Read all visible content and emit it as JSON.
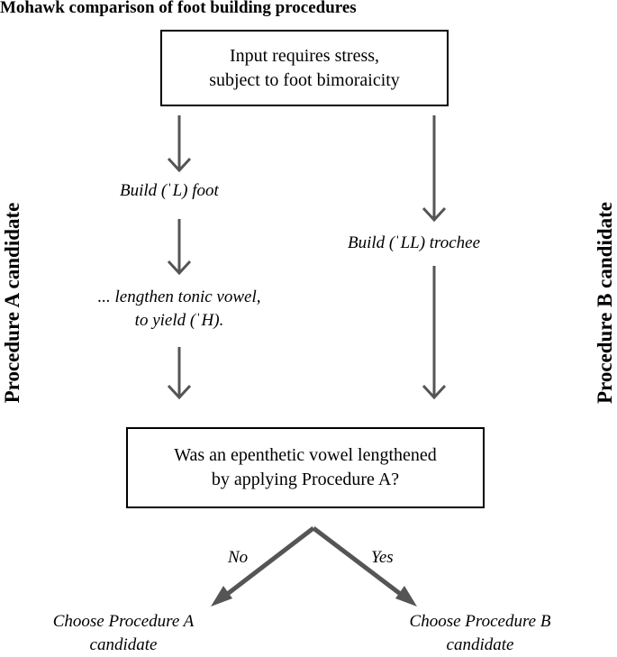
{
  "title": "Mohawk comparison of foot building procedures",
  "start_box": {
    "line1": "Input requires stress,",
    "line2": "subject to foot bimoraicity"
  },
  "procedure_a": {
    "label": "Procedure A candidate",
    "step1": "Build (ˈL)  foot",
    "step2_line1": "... lengthen tonic vowel,",
    "step2_line2": "to yield (ˈH)."
  },
  "procedure_b": {
    "label": "Procedure B candidate",
    "step1": "Build (ˈLL) trochee"
  },
  "decision_box": {
    "line1": "Was an epenthetic vowel lengthened",
    "line2": "by applying Procedure A?"
  },
  "branches": {
    "no": "No",
    "yes": "Yes"
  },
  "outcomes": {
    "a_line1": "Choose Procedure A",
    "a_line2": "candidate",
    "b_line1": "Choose Procedure B",
    "b_line2": "candidate"
  },
  "colors": {
    "arrow": "#555555",
    "box_border": "#000000"
  }
}
